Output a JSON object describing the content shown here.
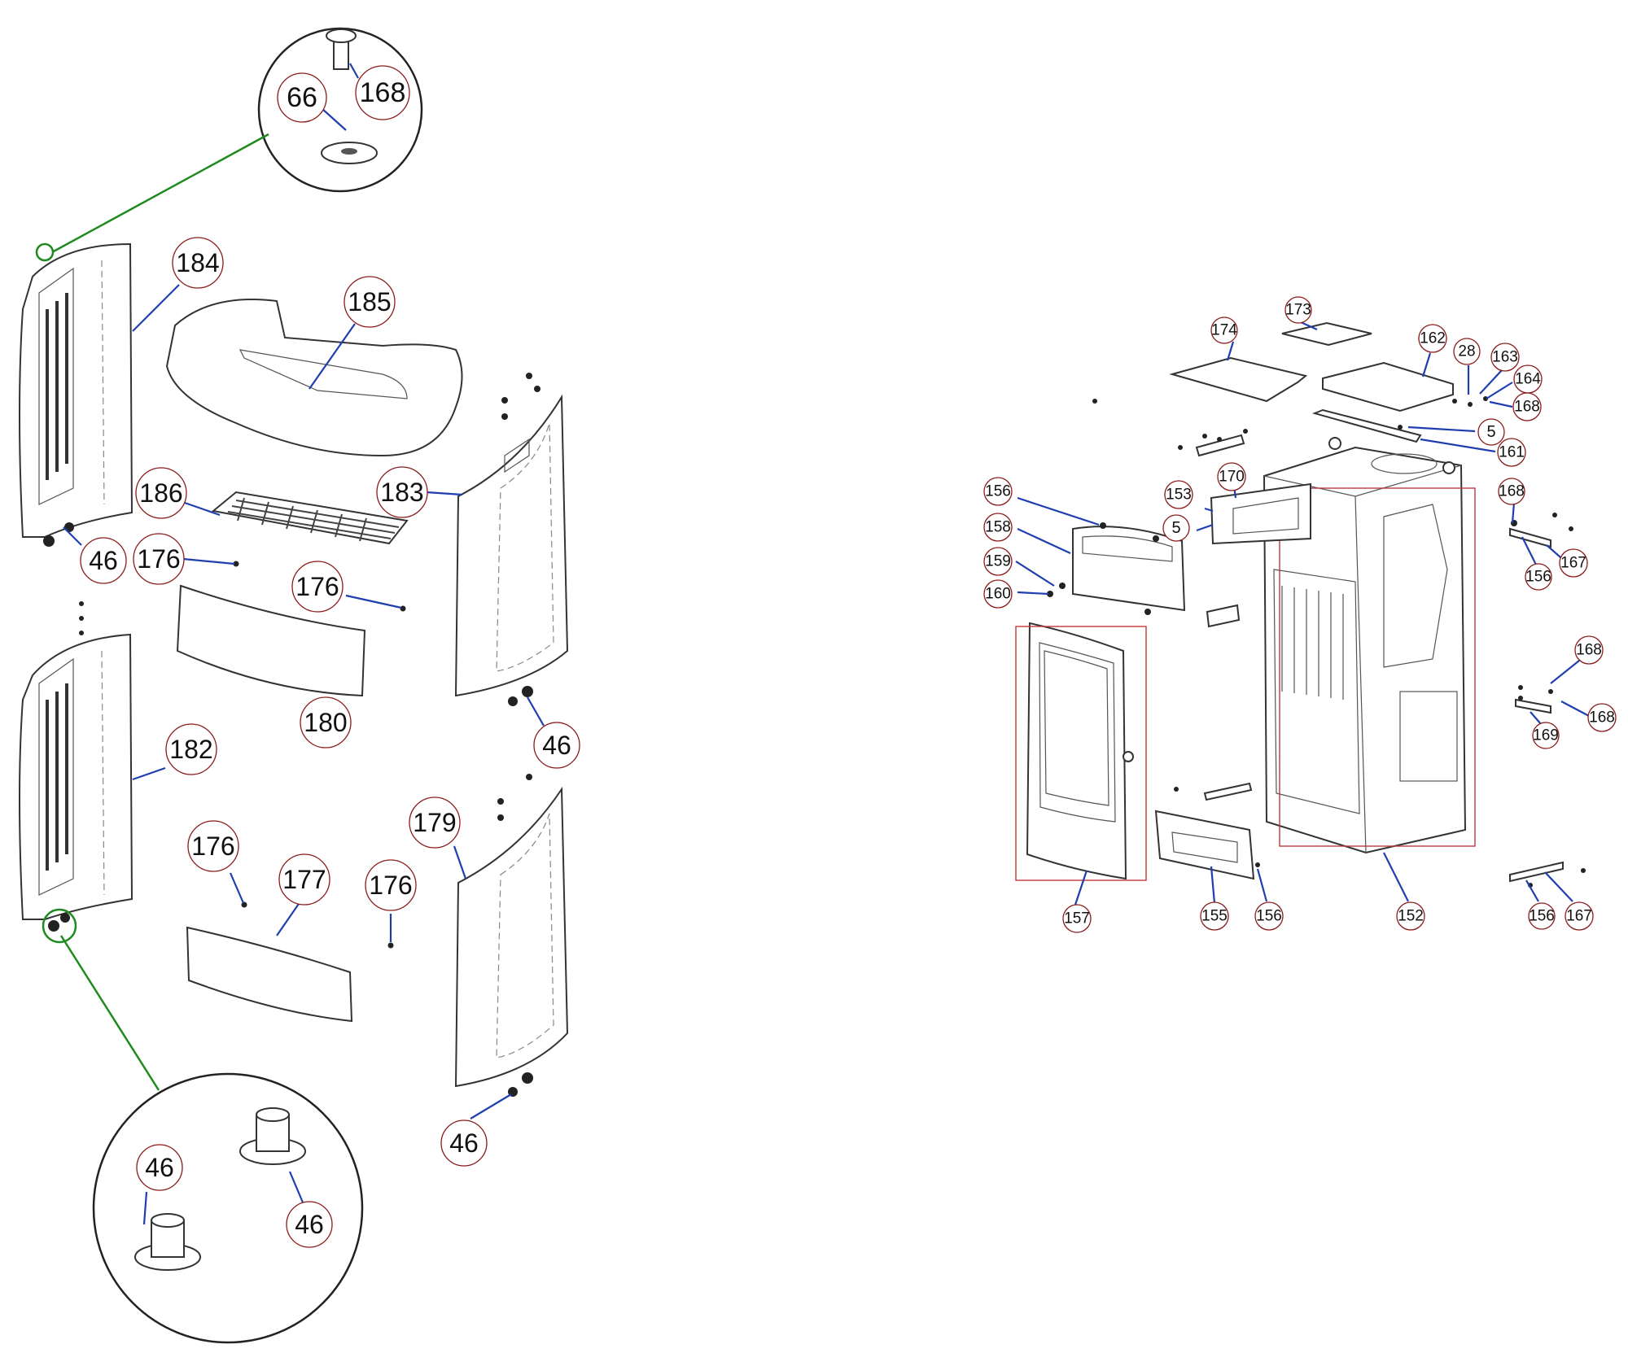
{
  "colors": {
    "callout_border": "#8b1a1a",
    "leader_line": "#1f3fb0",
    "detail_link": "#1f8a1f",
    "part_outline": "#333333",
    "assembly_box": "#c03a3a"
  },
  "callouts": {
    "c168_top": "168",
    "c66": "66",
    "c184": "184",
    "c185": "185",
    "c186": "186",
    "c183": "183",
    "c46_a": "46",
    "c176_a": "176",
    "c176_b": "176",
    "c180": "180",
    "c46_b": "46",
    "c182": "182",
    "c176_c": "176",
    "c177": "177",
    "c176_d": "176",
    "c179": "179",
    "c46_c": "46",
    "c46_d": "46",
    "c46_e": "46",
    "c174": "174",
    "c173": "173",
    "c162": "162",
    "c28": "28",
    "c163": "163",
    "c164": "164",
    "c168_r1": "168",
    "c5_a": "5",
    "c161": "161",
    "c170": "170",
    "c153": "153",
    "c5_b": "5",
    "c156_a": "156",
    "c158": "158",
    "c159": "159",
    "c160": "160",
    "c168_r2": "168",
    "c156_b": "156",
    "c167_a": "167",
    "c168_r3": "168",
    "c168_r4": "168",
    "c169": "169",
    "c157": "157",
    "c155": "155",
    "c156_c": "156",
    "c152": "152",
    "c156_d": "156",
    "c167_b": "167"
  }
}
